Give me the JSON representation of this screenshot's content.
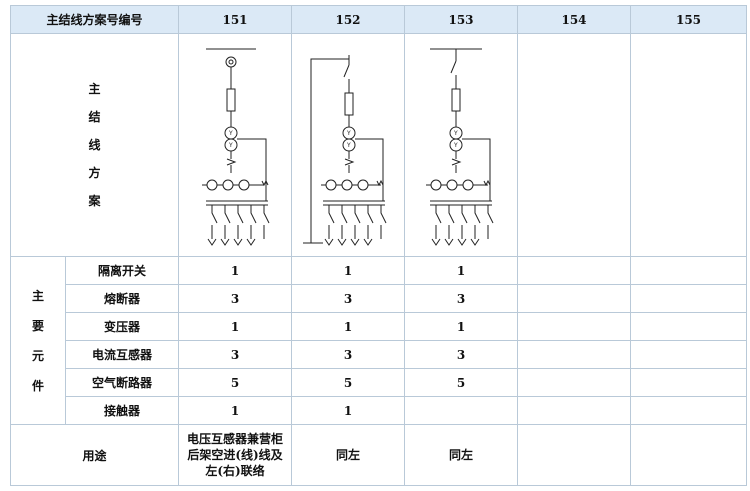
{
  "header": {
    "label": "主结线方案号编号",
    "schemes": [
      "151",
      "152",
      "153",
      "154",
      "155"
    ]
  },
  "diagram_label": "主结线方案",
  "components_label": "主要元件",
  "components": [
    {
      "name": "隔离开关",
      "values": [
        "1",
        "1",
        "1",
        "",
        ""
      ]
    },
    {
      "name": "熔断器",
      "values": [
        "3",
        "3",
        "3",
        "",
        ""
      ]
    },
    {
      "name": "变压器",
      "values": [
        "1",
        "1",
        "1",
        "",
        ""
      ]
    },
    {
      "name": "电流互感器",
      "values": [
        "3",
        "3",
        "3",
        "",
        ""
      ]
    },
    {
      "name": "空气断路器",
      "values": [
        "5",
        "5",
        "5",
        "",
        ""
      ]
    },
    {
      "name": "接触器",
      "values": [
        "1",
        "1",
        "",
        "",
        ""
      ]
    }
  ],
  "usage": {
    "label": "用途",
    "values": [
      "电压互感器兼营柜\n后架空进(线)线及\n左(右)联络",
      "同左",
      "同左",
      "",
      ""
    ]
  },
  "diagram_variants": [
    "pt-top",
    "left-feed",
    "busbar-top",
    "",
    ""
  ]
}
